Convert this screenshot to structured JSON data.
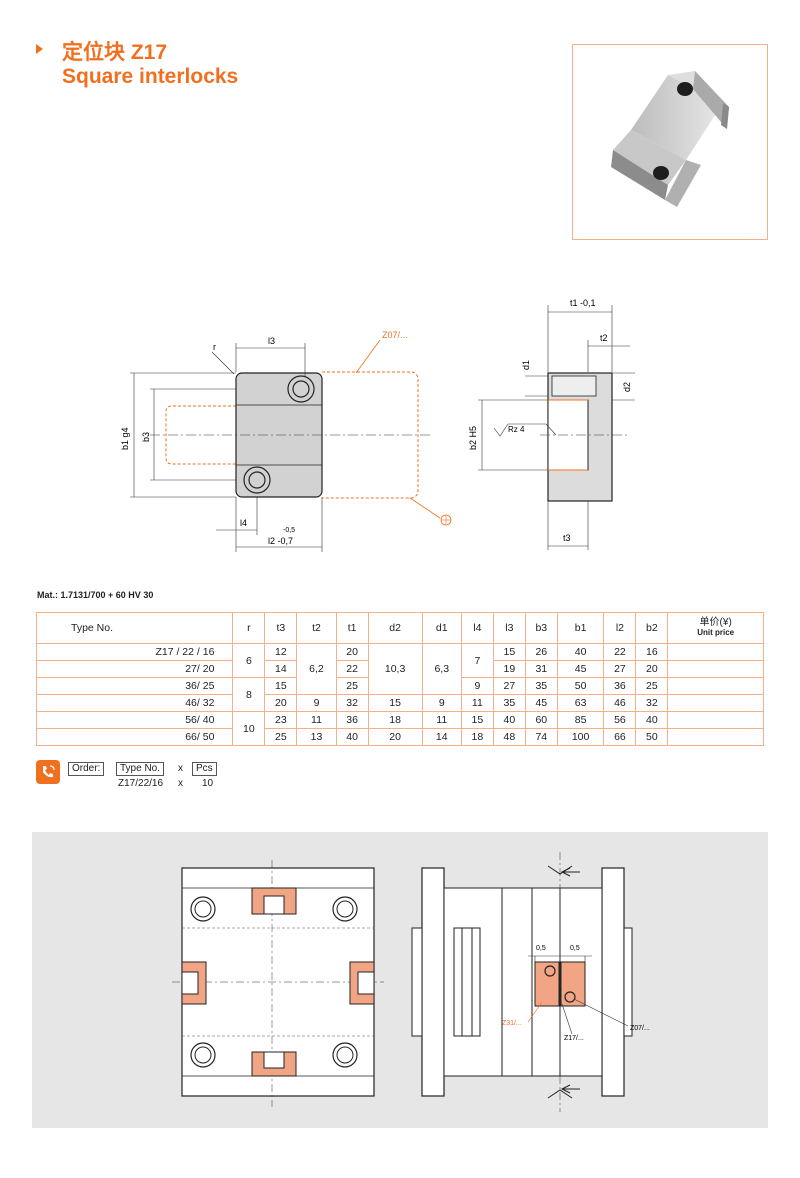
{
  "header": {
    "title_cn": "定位块 Z17",
    "title_en": "Square interlocks"
  },
  "drawing_labels": {
    "l3": "l3",
    "z07": "Z07/...",
    "r": "r",
    "b1": "b1 g4",
    "b3": "b3",
    "l4": "l4",
    "l2_tol": "-0,5",
    "l2": "l2 -0,7",
    "t1": "t1 -0,1",
    "t2": "t2",
    "d1": "d1",
    "d2": "d2",
    "b2": "b2 H5",
    "rz": "Rz 4",
    "t3": "t3"
  },
  "material": "Mat.: 1.7131/700 + 60 HV 30",
  "table": {
    "headers": [
      "Type No.",
      "r",
      "t3",
      "t2",
      "t1",
      "d2",
      "d1",
      "l4",
      "l3",
      "b3",
      "b1",
      "l2",
      "b2"
    ],
    "price_cn": "单价(¥)",
    "price_en": "Unit price",
    "rows": [
      {
        "type": "Z17 / 22 / 16",
        "t3": "12",
        "t1": "20",
        "l3": "15",
        "b3": "26",
        "b1": "40",
        "l2": "22",
        "b2": "16"
      },
      {
        "type": "27/ 20",
        "t3": "14",
        "t1": "22",
        "l3": "19",
        "b3": "31",
        "b1": "45",
        "l2": "27",
        "b2": "20"
      },
      {
        "type": "36/ 25",
        "t3": "15",
        "t1": "25",
        "l4": "9",
        "l3": "27",
        "b3": "35",
        "b1": "50",
        "l2": "36",
        "b2": "25"
      },
      {
        "type": "46/ 32",
        "t3": "20",
        "t2": "9",
        "t1": "32",
        "d2": "15",
        "d1": "9",
        "l4": "11",
        "l3": "35",
        "b3": "45",
        "b1": "63",
        "l2": "46",
        "b2": "32"
      },
      {
        "type": "56/ 40",
        "t3": "23",
        "t2": "11",
        "t1": "36",
        "d2": "18",
        "d1": "11",
        "l4": "15",
        "l3": "40",
        "b3": "60",
        "b1": "85",
        "l2": "56",
        "b2": "40"
      },
      {
        "type": "66/ 50",
        "t3": "25",
        "t2": "13",
        "t1": "40",
        "d2": "20",
        "d1": "14",
        "l4": "18",
        "l3": "48",
        "b3": "74",
        "b1": "100",
        "l2": "66",
        "b2": "50"
      }
    ],
    "merged": {
      "r1": "6",
      "r2": "8",
      "r3": "10",
      "t2": "6,2",
      "d2": "10,3",
      "d1": "6,3",
      "l4": "7"
    }
  },
  "order": {
    "label": "Order:",
    "type_label": "Type No.",
    "x1": "x",
    "pcs_label": "Pcs",
    "type_value": "Z17/22/16",
    "x2": "x",
    "pcs_value": "10"
  },
  "assembly_labels": {
    "dim1": "0,5",
    "dim2": "0,5",
    "z31": "Z31/...",
    "z17": "Z17/...",
    "z07": "Z07/..."
  },
  "colors": {
    "accent": "#f07020",
    "orange_fill": "#f2a585",
    "table_border": "#f3b08a",
    "panel": "#e6e6e6"
  }
}
